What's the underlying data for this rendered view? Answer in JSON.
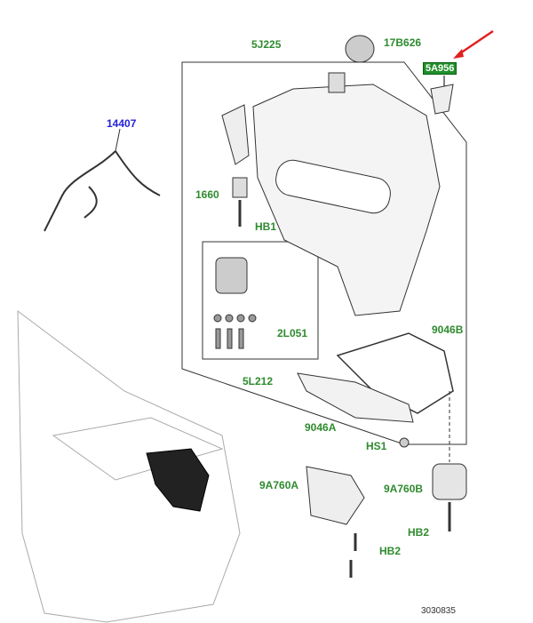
{
  "labels": {
    "fuel_tank": "5J225",
    "filler_cap": "17B626",
    "warning_label": "5A956",
    "wiring_harness": "14407",
    "insulator": "1660",
    "bolt_hb1": "HB1",
    "fixing_kit": "2L051",
    "pump_kit": "5L212",
    "bracket_b": "9046B",
    "bracket_a": "9046A",
    "screw_hs1": "HS1",
    "mount_a": "9A760A",
    "mount_b": "9A760B",
    "bolt_hb2_right": "HB2",
    "bolt_hb2_left": "HB2"
  },
  "document_number": "3030835",
  "colors": {
    "label_green": "#2e8b2e",
    "label_blue": "#2323d8",
    "highlight_box": "#1f8f2a",
    "arrow_red": "#e02020"
  }
}
